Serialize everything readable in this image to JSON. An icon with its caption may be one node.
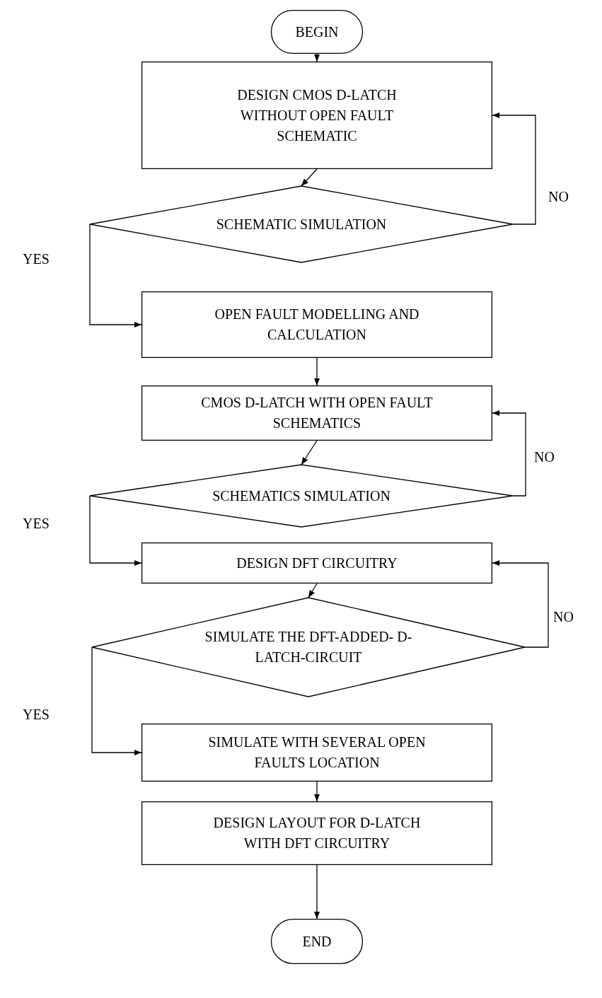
{
  "diagram": {
    "nodes": [
      {
        "text": [
          "BEGIN"
        ]
      },
      {
        "text": [
          "DESIGN CMOS D-LATCH WITHOUT OPEN FAULT SCHEMATIC"
        ]
      },
      {
        "text": [
          "SCHEMATIC SIMULATION"
        ]
      },
      {
        "text": [
          "OPEN FAULT MODELLING AND CALCULATION"
        ]
      },
      {
        "text": [
          "CMOS D-LATCH WITH OPEN FAULT SCHEMATICS"
        ]
      },
      {
        "text": [
          "SCHEMATICS SIMULATION"
        ]
      },
      {
        "text": [
          "DESIGN DFT CIRCUITRY"
        ]
      },
      {
        "text": [
          "SIMULATE THE DFT-ADDED- D-LATCH-CIRCUIT"
        ]
      },
      {
        "text": [
          "SIMULATE WITH SEVERAL OPEN FAULTS LOCATION"
        ]
      },
      {
        "text": [
          "DESIGN LAYOUT FOR D-LATCH WITH DFT CIRCUITRY"
        ]
      },
      {
        "text": [
          "END"
        ]
      }
    ],
    "edges": [
      {
        "from": 0,
        "to": 1,
        "arrow": "to"
      },
      {
        "from": 1,
        "to": 2,
        "arrow": "to"
      },
      {
        "from": 2,
        "to": 1,
        "arrow": "to",
        "label": "NO"
      },
      {
        "from": 2,
        "to": 3,
        "arrow": "to",
        "label": "YES"
      },
      {
        "from": 3,
        "to": 4,
        "arrow": "to"
      },
      {
        "from": 4,
        "to": 5,
        "arrow": "to"
      },
      {
        "from": 5,
        "to": 4,
        "arrow": "to",
        "label": "NO"
      },
      {
        "from": 5,
        "to": 6,
        "arrow": "to",
        "label": "YES"
      },
      {
        "from": 6,
        "to": 7,
        "arrow": "to"
      },
      {
        "from": 7,
        "to": 6,
        "arrow": "to",
        "label": "NO"
      },
      {
        "from": 7,
        "to": 8,
        "arrow": "to",
        "label": "YES"
      },
      {
        "from": 8,
        "to": 9,
        "arrow": "to"
      },
      {
        "from": 9,
        "to": 10,
        "arrow": "to"
      }
    ]
  }
}
